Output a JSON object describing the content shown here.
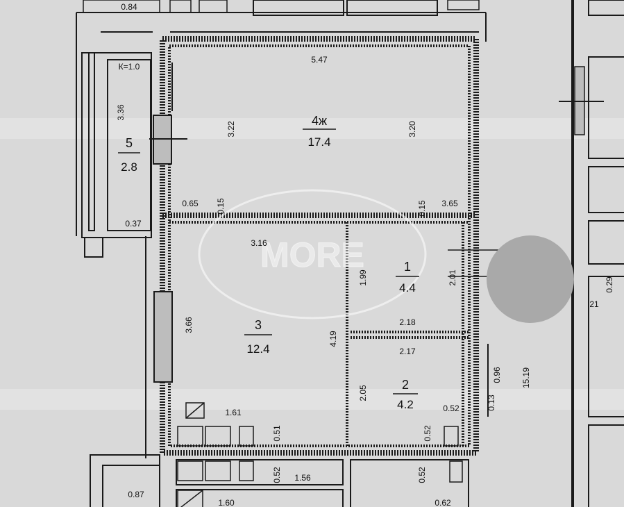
{
  "rooms": [
    {
      "number": "4ж",
      "area": "17.4"
    },
    {
      "number": "5",
      "area": "2.8"
    },
    {
      "number": "3",
      "area": "12.4"
    },
    {
      "number": "1",
      "area": "4.4"
    },
    {
      "number": "2",
      "area": "4.2"
    }
  ],
  "dimensions": {
    "top_width": "5.47",
    "room4_left_height": "3.22",
    "room4_right_height": "3.20",
    "room4_bottom_left": "0.65",
    "room4_bottom_left_small": "0.15",
    "room4_bottom_right": "3.65",
    "room4_bottom_right_small": "0.15",
    "balcony_coef": "К=1.0",
    "balcony_height": "3.36",
    "balcony_bottom": "0.37",
    "room3_width": "3.16",
    "room3_height": "3.66",
    "room3_inner": "4.19",
    "room3_niche": "1.61",
    "room3_niche_depth": "0.51",
    "room1_height": "1.99",
    "room1_height_right": "2.01",
    "room1_width": "2.18",
    "room2_width": "2.17",
    "room2_height": "2.05",
    "room2_small": "0.52",
    "room2_small_vert": "0.52",
    "right_total": "15.19",
    "right_small": "0.96",
    "right_small2": "0.13",
    "bottom_052": "0.52",
    "bottom_156": "1.56",
    "bottom_087": "0.87",
    "bottom_160": "1.60",
    "bottom_052b": "0.52",
    "bottom_062": "0.62",
    "top_084": "0.84",
    "right_029": "0.29",
    "right_21": "21"
  },
  "watermark": "MORE"
}
